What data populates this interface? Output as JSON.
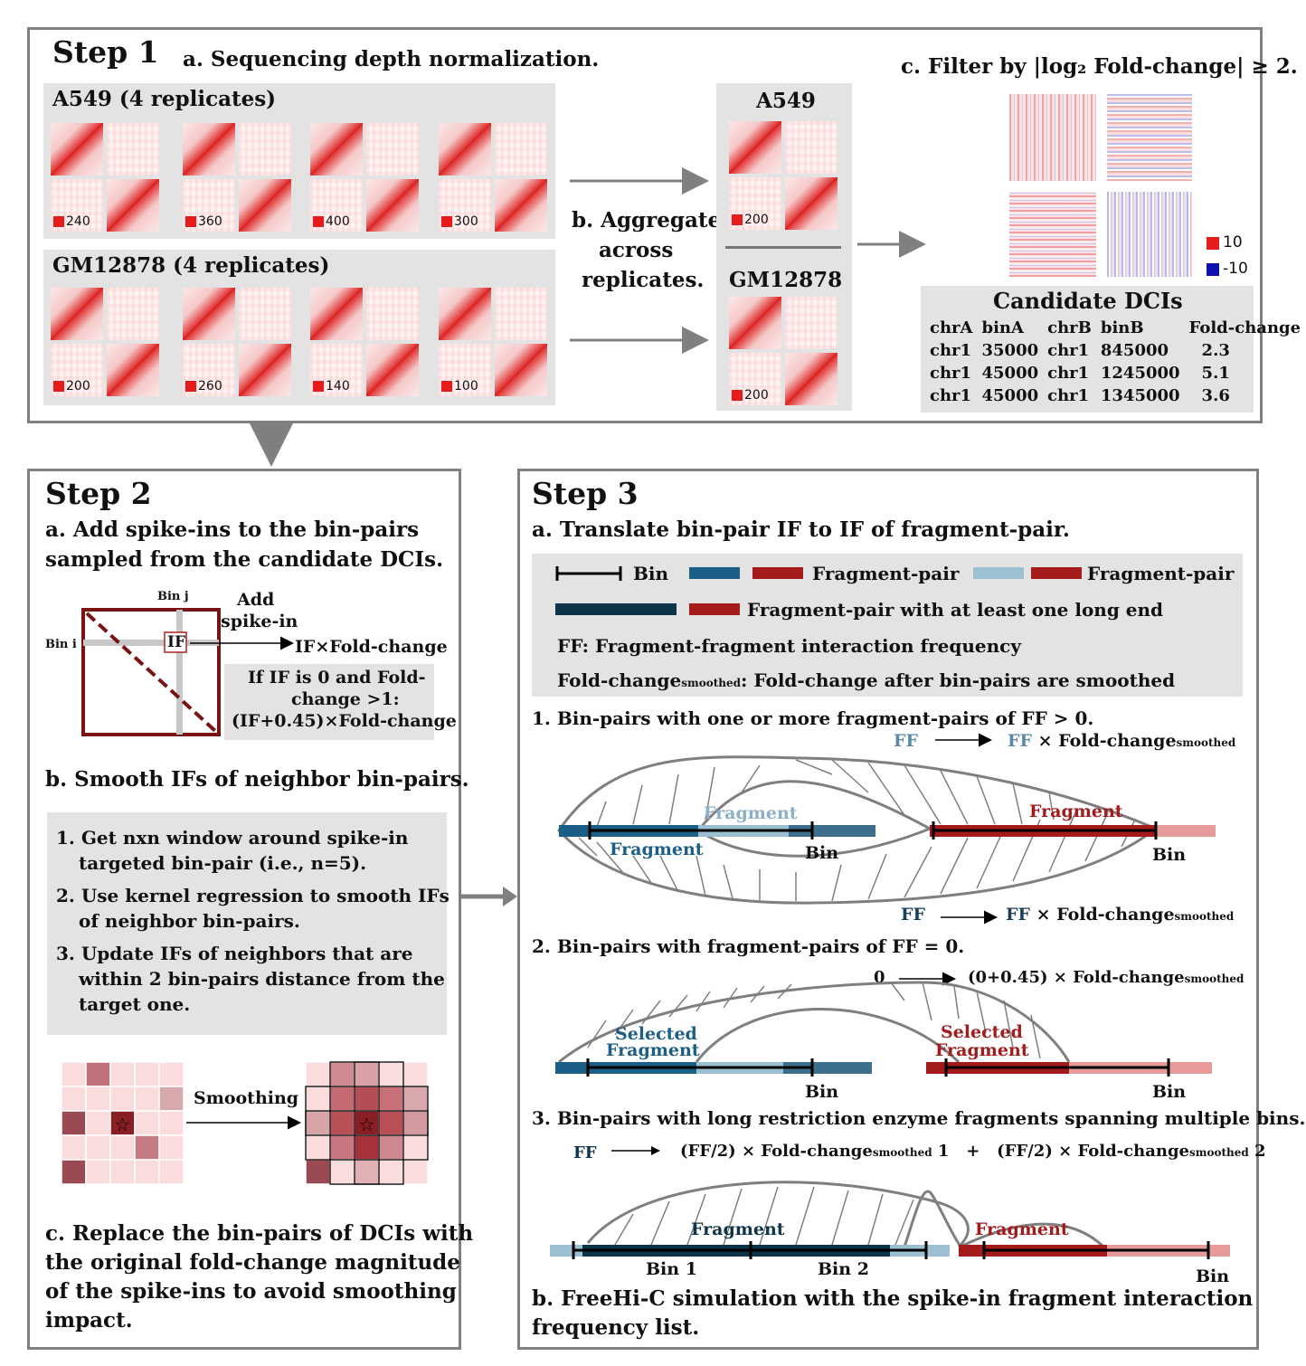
{
  "step1": {
    "title": "Step 1",
    "a_label": "a. Sequencing depth normalization.",
    "a549_header": "A549 (4 replicates)",
    "a549_depths": [
      "240",
      "360",
      "400",
      "300"
    ],
    "gm_header": "GM12878 (4 replicates)",
    "gm_depths": [
      "200",
      "260",
      "140",
      "100"
    ],
    "b_label": [
      "b. Aggregate",
      "across",
      "replicates."
    ],
    "agg_a549": "A549",
    "agg_a549_depth": "200",
    "agg_gm": "GM12878",
    "agg_gm_depth": "200",
    "c_label": "c. Filter by |log₂ Fold-change| ≥ 2.",
    "fold_legend": [
      "10",
      "-10"
    ],
    "candidate_title": "Candidate DCIs",
    "candidate_columns": [
      "chrA",
      "binA",
      "chrB",
      "binB",
      "Fold-change"
    ],
    "candidate_rows": [
      [
        "chr1",
        "35000",
        "chr1",
        "845000",
        "2.3"
      ],
      [
        "chr1",
        "45000",
        "chr1",
        "1245000",
        "5.1"
      ],
      [
        "chr1",
        "45000",
        "chr1",
        "1345000",
        "3.6"
      ]
    ]
  },
  "step2": {
    "title": "Step 2",
    "a_label": [
      "a. Add spike-ins to the bin-pairs",
      "sampled from the candidate DCIs."
    ],
    "bin_j": "Bin j",
    "bin_i": "Bin i",
    "if_cell": "IF",
    "add_spike": [
      "Add",
      "spike-in"
    ],
    "if_times_fc": "IF×Fold-change",
    "zero_rule": [
      "If IF is 0 and Fold-",
      "change >1:",
      "(IF+0.45)×Fold-change"
    ],
    "b_label": "b. Smooth IFs of neighbor bin-pairs.",
    "b_steps": [
      [
        "1. Get nxn window around spike-in",
        "targeted bin-pair (i.e., n=5)."
      ],
      [
        "2. Use kernel regression to smooth IFs",
        "of neighbor bin-pairs."
      ],
      [
        "3. Update IFs of neighbors that are",
        "within 2 bin-pairs distance from the",
        "target one."
      ]
    ],
    "smoothing_label": "Smoothing",
    "c_label": [
      "c. Replace the bin-pairs of DCIs with",
      "the original fold-change magnitude",
      "of the spike-ins to avoid smoothing",
      "impact."
    ]
  },
  "step3": {
    "title": "Step 3",
    "a_label": "a. Translate bin-pair IF to IF of fragment-pair.",
    "legend": {
      "bin": "Bin",
      "fragment_pair_1": "Fragment-pair",
      "fragment_pair_2": "Fragment-pair",
      "long_end": "Fragment-pair with at least one long end",
      "ff_def": "FF: Fragment-fragment interaction frequency",
      "fc_smoothed_main": "Fold-change",
      "fc_smoothed_sub": "smoothed",
      "fc_smoothed_rest": ": Fold-change after bin-pairs are smoothed"
    },
    "case1": {
      "title": "1. Bin-pairs with one or more fragment-pairs of FF > 0.",
      "formula_ff": "FF",
      "formula_fc": "Fold-change",
      "formula_sub": "smoothed",
      "fragment": "Fragment",
      "bin": "Bin"
    },
    "case2": {
      "title": "2. Bin-pairs with fragment-pairs of FF = 0.",
      "zero": "0",
      "formula": "(0+0.45) × Fold-change",
      "formula_sub": "smoothed",
      "selected": "Selected",
      "fragment": "Fragment",
      "bin": "Bin"
    },
    "case3": {
      "title": "3. Bin-pairs with long restriction enzyme fragments spanning multiple bins.",
      "ff": "FF",
      "half_left": "(FF/2) × Fold-change",
      "sub": "smoothed",
      "n1": "1",
      "plus": "+",
      "n2": "2",
      "fragment": "Fragment",
      "bin1": "Bin 1",
      "bin2": "Bin 2",
      "bin": "Bin"
    },
    "b_label": [
      "b. FreeHi-C simulation with the spike-in fragment interaction",
      "frequency list."
    ]
  },
  "colors": {
    "dark_blue": "#1b5f86",
    "light_blue": "#9dbfd2",
    "navy": "#0e3448",
    "dark_red": "#a31b1b",
    "light_red": "#e89a9a",
    "box_border": "#7f7f7f",
    "panel_gray": "#e3e3e3"
  }
}
